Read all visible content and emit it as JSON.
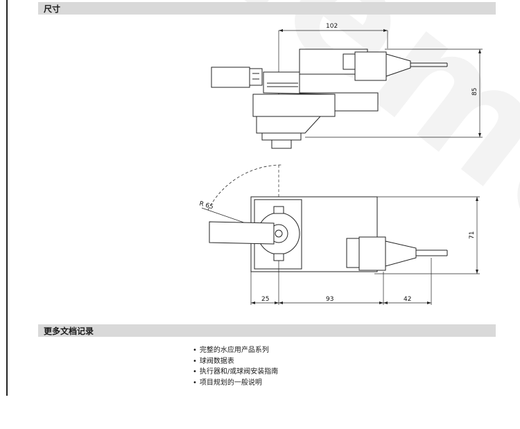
{
  "sections": {
    "dimensions_title": "尺寸",
    "more_docs_title": "更多文档记录"
  },
  "dimensions": {
    "top_width": "102",
    "top_height": "85",
    "rotation_radius": "R 65",
    "bottom_height": "71",
    "bottom_left": "25",
    "bottom_middle": "93",
    "bottom_right": "42"
  },
  "documents": [
    "完整的水应用产品系列",
    "球阀数据表",
    "执行器和/或球阀安装指南",
    "项目规划的一般说明"
  ]
}
